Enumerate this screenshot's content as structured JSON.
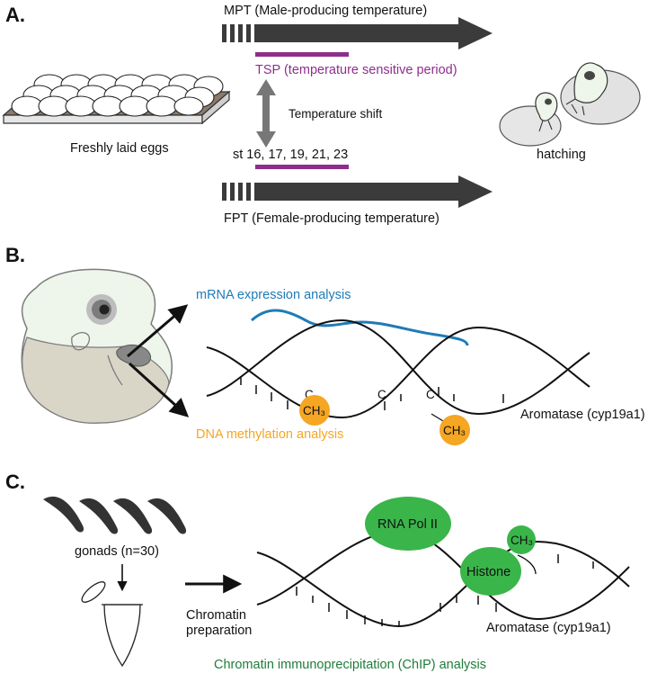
{
  "colors": {
    "arrow": "#3b3b3b",
    "tsp": "#8e2e8c",
    "mrna": "#1f7bb5",
    "methyl": "#f5a623",
    "green": "#3ab54a",
    "chip_text": "#1e7d3a",
    "gray_arrow": "#777777",
    "embryo_fill": "#eef5ea"
  },
  "panel_a": {
    "label": "A.",
    "mpt": "MPT (Male-producing temperature)",
    "tsp": "TSP (temperature sensitive period)",
    "shift": "Temperature shift",
    "eggs": "Freshly laid eggs",
    "stages": "st 16, 17, 19,  21,  23",
    "hatching": "hatching",
    "fpt": "FPT (Female-producing temperature)"
  },
  "panel_b": {
    "label": "B.",
    "mrna": "mRNA expression analysis",
    "methyl": "DNA methylation analysis",
    "gene": "Aromatase (cyp19a1)",
    "c_label": "C",
    "ch3": "CH₃"
  },
  "panel_c": {
    "label": "C.",
    "gonads": "gonads (n=30)",
    "chromatin_1": "Chromatin",
    "chromatin_2": "preparation",
    "pol": "RNA Pol II",
    "histone": "Histone",
    "ch3": "CH₃",
    "gene": "Aromatase (cyp19a1)",
    "chip": "Chromatin immunoprecipitation (ChIP) analysis"
  }
}
